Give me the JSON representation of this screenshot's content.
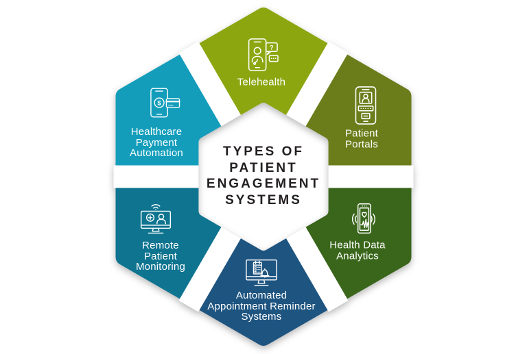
{
  "center": {
    "title_lines": [
      "TYPES OF",
      "PATIENT",
      "ENGAGEMENT",
      "SYSTEMS"
    ],
    "background": "#ffffff",
    "text_color": "#231f20"
  },
  "segments": [
    {
      "name": "telehealth",
      "color": "#8ca610",
      "icon": "telehealth-video-call-icon",
      "label_lines": [
        "Telehealth"
      ]
    },
    {
      "name": "patient-portals",
      "color": "#6b7d1b",
      "icon": "patient-portal-login-icon",
      "label_lines": [
        "Patient",
        "Portals"
      ]
    },
    {
      "name": "health-data-analytics",
      "color": "#3a661b",
      "icon": "health-analytics-phone-icon",
      "label_lines": [
        "Health Data",
        "Analytics"
      ]
    },
    {
      "name": "automated-appointment-reminder-systems",
      "color": "#1e5480",
      "icon": "appointment-reminder-monitor-icon",
      "label_lines": [
        "Automated",
        "Appointment Reminder",
        "Systems"
      ]
    },
    {
      "name": "remote-patient-monitoring",
      "color": "#0e7490",
      "icon": "remote-monitoring-screen-icon",
      "label_lines": [
        "Remote",
        "Patient",
        "Monitoring"
      ]
    },
    {
      "name": "healthcare-payment-automation",
      "color": "#139dbb",
      "icon": "payment-phone-card-icon",
      "label_lines": [
        "Healthcare",
        "Payment",
        "Automation"
      ]
    }
  ],
  "icon_glyphs": {
    "question_mark": "?",
    "dollar_sign": "$"
  }
}
